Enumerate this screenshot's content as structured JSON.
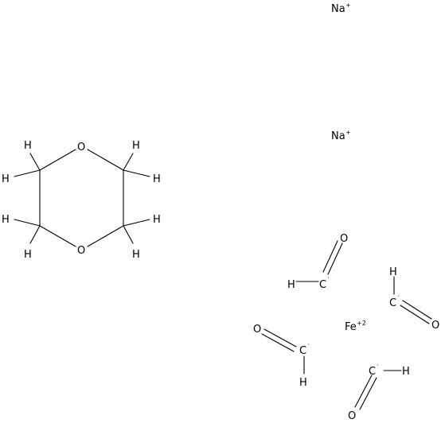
{
  "molecule": {
    "type": "chemical-structure",
    "ions": [
      {
        "symbol": "Na",
        "charge": "+"
      },
      {
        "symbol": "Na",
        "charge": "+"
      },
      {
        "symbol": "Fe",
        "charge": "+2"
      }
    ],
    "dioxane": {
      "oxygens": [
        "O",
        "O"
      ],
      "hydrogens": [
        "H",
        "H",
        "H",
        "H",
        "H",
        "H",
        "H",
        "H"
      ]
    },
    "formyls": [
      {
        "o": "O",
        "c": "C",
        "radical": "·",
        "h": "H"
      },
      {
        "o": "O",
        "c": "C",
        "radical": "·",
        "h": "H"
      },
      {
        "o": "O",
        "c": "C",
        "radical": "·",
        "h": "H"
      },
      {
        "o": "O",
        "c": "C",
        "radical": "·",
        "h": "H"
      }
    ]
  }
}
